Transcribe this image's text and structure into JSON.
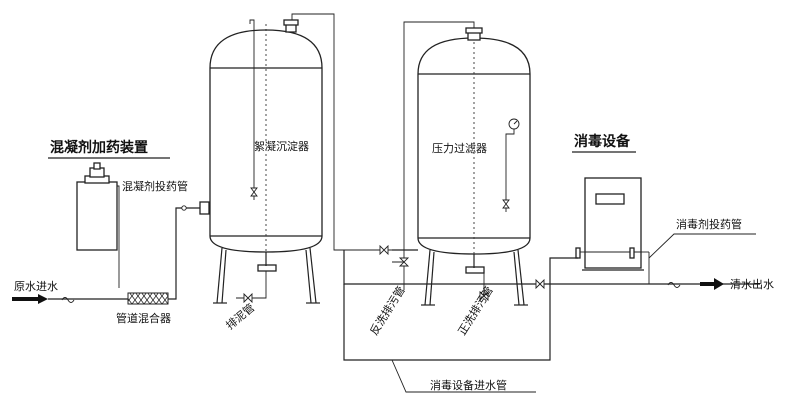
{
  "diagram": {
    "sections": {
      "coagulant_device": "混凝剂加药装置",
      "disinfection_device": "消毒设备"
    },
    "labels": {
      "coagulant_dosing_pipe": "混凝剂投药管",
      "raw_water_inlet": "原水进水",
      "pipe_mixer": "管道混合器",
      "coagulation_settler": "絮凝沉淀器",
      "sludge_discharge_pipe": "排泥管",
      "pressure_filter": "压力过滤器",
      "backwash_drain_pipe": "反洗排污管",
      "forward_wash_drain_pipe": "正洗排污管",
      "disinfectant_dosing_pipe": "消毒剂投药管",
      "clean_water_outlet": "清水出水",
      "disinfection_inlet_pipe": "消毒设备进水管"
    },
    "colors": {
      "line": "#222222",
      "background": "#ffffff"
    }
  }
}
